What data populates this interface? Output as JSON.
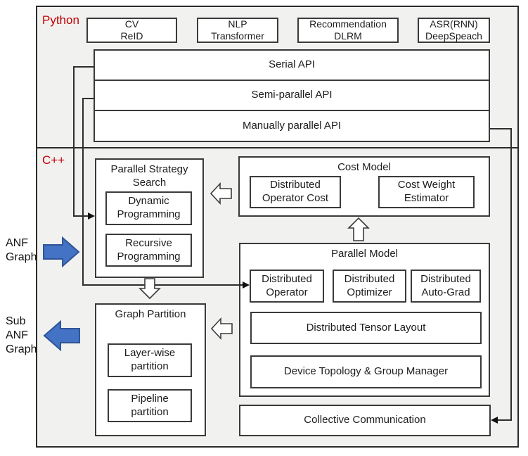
{
  "colors": {
    "accent_red": "#c00000",
    "arrow_blue_fill": "#4472c4",
    "arrow_blue_border": "#2f5597",
    "box_border": "#3a3a3a",
    "canvas_background": "#f1f1f0"
  },
  "diagram": {
    "python": {
      "label": "Python",
      "apps": [
        "CV\nReID",
        "NLP\nTransformer",
        "Recommendation\nDLRM",
        "ASR(RNN)\nDeepSpeach"
      ],
      "apis": [
        "Serial API",
        "Semi-parallel API",
        "Manually parallel API"
      ]
    },
    "cpp": {
      "label": "C++",
      "parallel_strategy_search": {
        "title": "Parallel Strategy\nSearch",
        "items": [
          "Dynamic\nProgramming",
          "Recursive\nProgramming"
        ]
      },
      "cost_model": {
        "title": "Cost Model",
        "items": [
          "Distributed\nOperator Cost",
          "Cost Weight\nEstimator"
        ]
      },
      "parallel_model": {
        "title": "Parallel Model",
        "row": [
          "Distributed\nOperator",
          "Distributed\nOptimizer",
          "Distributed\nAuto-Grad"
        ],
        "wide": [
          "Distributed Tensor Layout",
          "Device Topology & Group Manager"
        ]
      },
      "graph_partition": {
        "title": "Graph Partition",
        "items": [
          "Layer-wise\npartition",
          "Pipeline\npartition"
        ]
      },
      "collective_communication": "Collective Communication"
    },
    "side_labels": {
      "input": "ANF\nGraph",
      "output": "Sub\nANF\nGraph"
    }
  }
}
